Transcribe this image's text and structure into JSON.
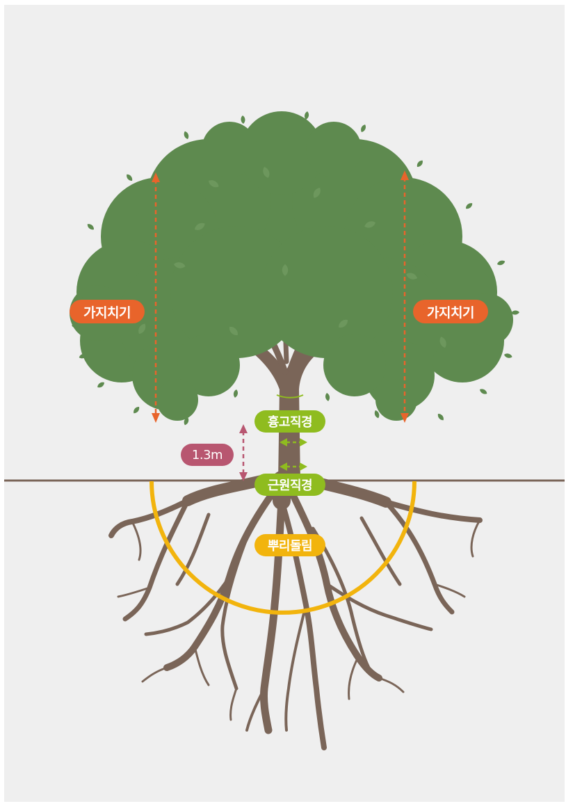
{
  "labels": {
    "pruning_left": "가지치기",
    "pruning_right": "가지치기",
    "breast_height_diameter": "흉고직경",
    "root_collar_diameter": "근원직경",
    "root_circumference": "뿌리돌림",
    "height_marker": "1.3m"
  },
  "colors": {
    "background": "#efefef",
    "foliage": "#5e8a4f",
    "trunk_and_roots": "#7a6558",
    "ground_line": "#7a6558",
    "pruning_accent": "#e8642b",
    "diameter_accent": "#8fbc1f",
    "root_circle": "#f2b40d",
    "height_accent": "#b85670"
  },
  "icons": {
    "pruning_arrows": "double-headed-vertical-arrow",
    "diameter_arrows": "double-headed-horizontal-arrow",
    "height_arrow": "double-headed-vertical-arrow"
  }
}
